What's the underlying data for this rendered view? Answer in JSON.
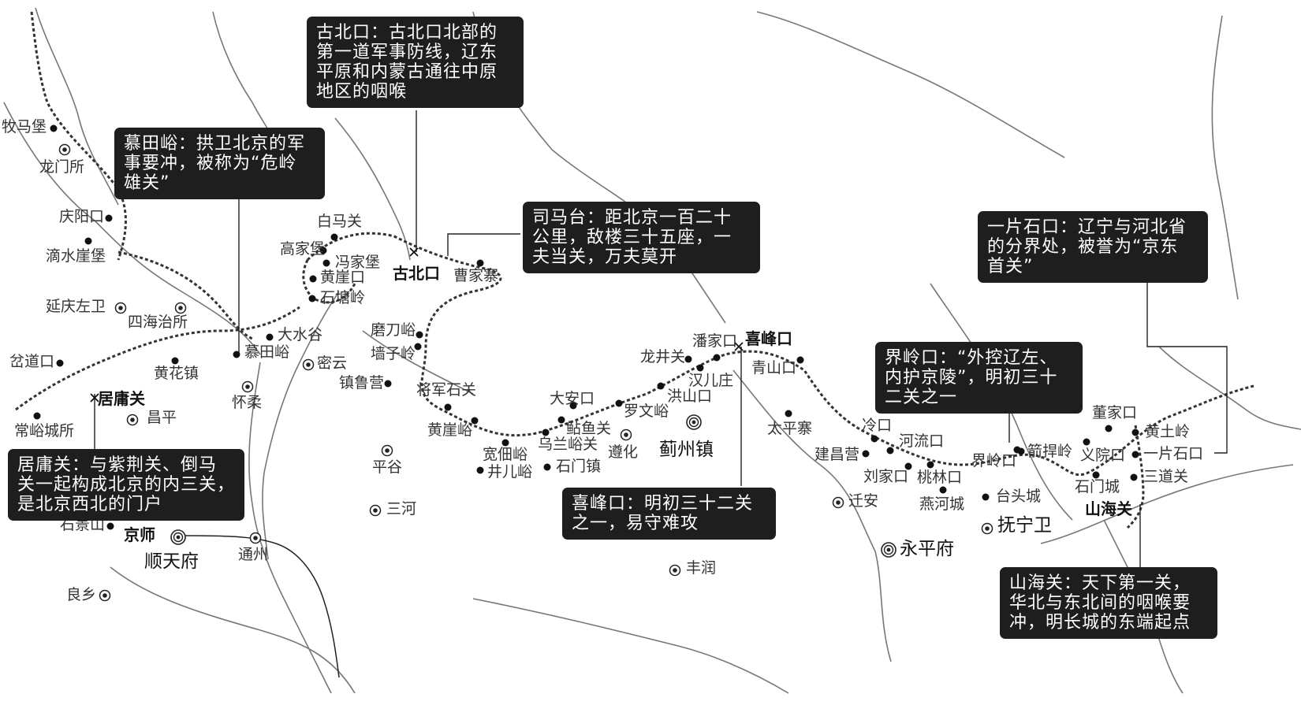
{
  "map": {
    "places": [
      {
        "id": "muma",
        "label": "牧马堡",
        "sym": "dot"
      },
      {
        "id": "longmen",
        "label": "龙门所",
        "sym": "ring"
      },
      {
        "id": "qingyang",
        "label": "庆阳口",
        "sym": "dot"
      },
      {
        "id": "dishui",
        "label": "滴水崖堡",
        "sym": "dot"
      },
      {
        "id": "yanqing",
        "label": "延庆左卫",
        "sym": "ring"
      },
      {
        "id": "sihai",
        "label": "四海治所",
        "sym": "ring"
      },
      {
        "id": "chadao",
        "label": "岔道口",
        "sym": "dot"
      },
      {
        "id": "huanghua",
        "label": "黄花镇",
        "sym": "dot"
      },
      {
        "id": "mutianyu",
        "label": "慕田峪",
        "sym": "dot"
      },
      {
        "id": "dashuigu",
        "label": "大水谷",
        "sym": "dot"
      },
      {
        "id": "miyun",
        "label": "密云",
        "sym": "ring"
      },
      {
        "id": "huairou",
        "label": "怀柔",
        "sym": "ring"
      },
      {
        "id": "juyongguan",
        "label": "居庸关",
        "sym": "cross"
      },
      {
        "id": "changping",
        "label": "昌平",
        "sym": "ring"
      },
      {
        "id": "changyu",
        "label": "常峪城所",
        "sym": "dot"
      },
      {
        "id": "baimaguan",
        "label": "白马关",
        "sym": "dot"
      },
      {
        "id": "gaojiabu",
        "label": "高家堡",
        "sym": "dot"
      },
      {
        "id": "fengjiabu",
        "label": "冯家堡",
        "sym": "dot"
      },
      {
        "id": "huangyakou",
        "label": "黄崖口",
        "sym": "dot"
      },
      {
        "id": "shitangling",
        "label": "石塘岭",
        "sym": "dot"
      },
      {
        "id": "gubeikou",
        "label": "古北口",
        "sym": "cross"
      },
      {
        "id": "caojiazhai",
        "label": "曹家寨",
        "sym": "dot"
      },
      {
        "id": "modaoyu",
        "label": "磨刀峪",
        "sym": "dot"
      },
      {
        "id": "qiangziling",
        "label": "墙子岭",
        "sym": "dot"
      },
      {
        "id": "zhenluying",
        "label": "镇鲁营",
        "sym": "dot"
      },
      {
        "id": "jiangjunshi",
        "label": "将军石关",
        "sym": "dot"
      },
      {
        "id": "huangyayu",
        "label": "黄崖峪",
        "sym": "dot"
      },
      {
        "id": "kuandianyu",
        "label": "宽佃峪",
        "sym": "dot"
      },
      {
        "id": "jingeryu",
        "label": "井儿峪",
        "sym": "dot"
      },
      {
        "id": "pinggu",
        "label": "平谷",
        "sym": "ring"
      },
      {
        "id": "sanhe",
        "label": "三河",
        "sym": "ring"
      },
      {
        "id": "jingshi",
        "label": "京师",
        "sym": "double"
      },
      {
        "id": "shunfu",
        "label": "顺天府",
        "sym": "none"
      },
      {
        "id": "tongzhou",
        "label": "通州",
        "sym": "ring"
      },
      {
        "id": "shijingshan",
        "label": "石景山",
        "sym": "dot"
      },
      {
        "id": "liangxiang",
        "label": "良乡",
        "sym": "ring"
      },
      {
        "id": "dajiankou",
        "label": "大安口",
        "sym": "dot"
      },
      {
        "id": "nianyuguan",
        "label": "鲇鱼关",
        "sym": "dot"
      },
      {
        "id": "wulanyu",
        "label": "乌兰峪关",
        "sym": "dot"
      },
      {
        "id": "shimenzhen",
        "label": "石门镇",
        "sym": "dot"
      },
      {
        "id": "luowenyu",
        "label": "罗文峪",
        "sym": "dot"
      },
      {
        "id": "zunhua",
        "label": "遵化",
        "sym": "ring"
      },
      {
        "id": "longjingguan",
        "label": "龙井关",
        "sym": "dot"
      },
      {
        "id": "panjiakou",
        "label": "潘家口",
        "sym": "dot"
      },
      {
        "id": "xifengkou",
        "label": "喜峰口",
        "sym": "cross"
      },
      {
        "id": "hanerzhuang",
        "label": "汉儿庄",
        "sym": "dot"
      },
      {
        "id": "hongshankou",
        "label": "洪山口",
        "sym": "dot"
      },
      {
        "id": "jizhouzhen",
        "label": "蓟州镇",
        "sym": "double"
      },
      {
        "id": "qingshankou",
        "label": "青山口",
        "sym": "dot"
      },
      {
        "id": "taipingzhai",
        "label": "太平寨",
        "sym": "dot"
      },
      {
        "id": "fengrun",
        "label": "丰润",
        "sym": "ring"
      },
      {
        "id": "lengkou",
        "label": "冷口",
        "sym": "dot"
      },
      {
        "id": "heliukou",
        "label": "河流口",
        "sym": "dot"
      },
      {
        "id": "jianchangying",
        "label": "建昌营",
        "sym": "dot"
      },
      {
        "id": "liujiakou",
        "label": "刘家口",
        "sym": "dot"
      },
      {
        "id": "taolinkou",
        "label": "桃林口",
        "sym": "dot"
      },
      {
        "id": "yanhecheng",
        "label": "燕河城",
        "sym": "dot"
      },
      {
        "id": "qianan",
        "label": "迁安",
        "sym": "ring"
      },
      {
        "id": "yongpingfu",
        "label": "永平府",
        "sym": "double"
      },
      {
        "id": "jielingkou",
        "label": "界岭口",
        "sym": "dot"
      },
      {
        "id": "jianhanling",
        "label": "箭捍岭",
        "sym": "dot"
      },
      {
        "id": "taitoucheng",
        "label": "台头城",
        "sym": "dot"
      },
      {
        "id": "funingwei",
        "label": "抚宁卫",
        "sym": "ring"
      },
      {
        "id": "dongjiakou",
        "label": "董家口",
        "sym": "dot"
      },
      {
        "id": "yiyuankou",
        "label": "义院口",
        "sym": "dot"
      },
      {
        "id": "shimencheng",
        "label": "石门城",
        "sym": "dot"
      },
      {
        "id": "huangtuling",
        "label": "黄土岭",
        "sym": "dot"
      },
      {
        "id": "yipianshikou",
        "label": "一片石口",
        "sym": "dot"
      },
      {
        "id": "sandaoguan",
        "label": "三道关",
        "sym": "dot"
      },
      {
        "id": "shanhaiguan",
        "label": "山海关",
        "sym": "none"
      }
    ],
    "callouts": [
      {
        "id": "gubeikou",
        "text": "古北口：古北口北部的\n第一道军事防线，辽东\n平原和内蒙古通往中原\n地区的咽喉"
      },
      {
        "id": "mutianyu",
        "text": "慕田峪：拱卫北京的军\n事要冲，被称为“危岭\n雄关”"
      },
      {
        "id": "simatai",
        "text": "司马台：距北京一百二十\n公里，敌楼三十五座，一\n夫当关，万夫莫开"
      },
      {
        "id": "yipianshi",
        "text": "一片石口：辽宁与河北省\n的分界处，被誉为“京东\n首关”"
      },
      {
        "id": "jieling",
        "text": "界岭口：“外控辽左、\n内护京陵”，明初三十\n二关之一"
      },
      {
        "id": "juyong",
        "text": "居庸关：与紫荆关、倒马\n关一起构成北京的内三关，\n是北京西北的门户"
      },
      {
        "id": "xifeng",
        "text": "喜峰口：明初三十二关\n之一，易守难攻"
      },
      {
        "id": "shanhai",
        "text": "山海关：天下第一关，\n华北与东北间的咽喉要\n冲，明长城的东端起点"
      }
    ]
  }
}
